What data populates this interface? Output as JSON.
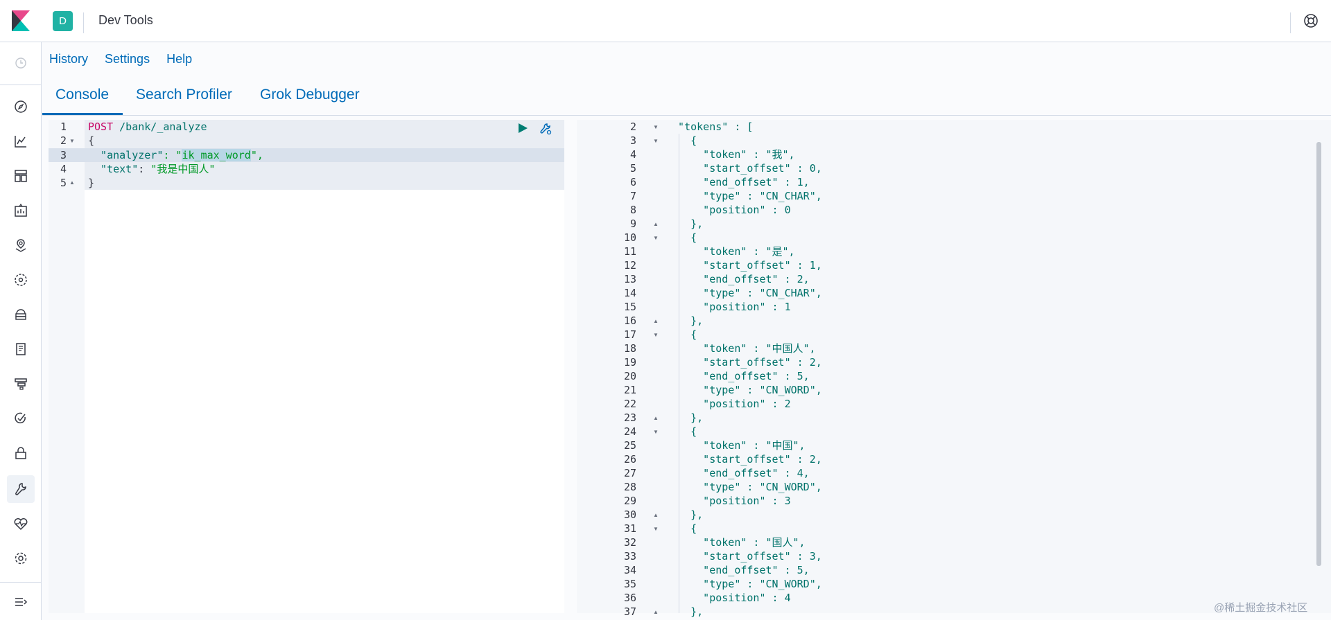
{
  "header": {
    "space_initial": "D",
    "app_title": "Dev Tools"
  },
  "menu": {
    "history": "History",
    "settings": "Settings",
    "help": "Help"
  },
  "tabs": [
    {
      "label": "Console",
      "active": true
    },
    {
      "label": "Search Profiler",
      "active": false
    },
    {
      "label": "Grok Debugger",
      "active": false
    }
  ],
  "request_editor": {
    "lines": [
      {
        "n": "1",
        "method": "POST",
        "path": " /bank/_analyze"
      },
      {
        "n": "2",
        "text": "{"
      },
      {
        "n": "3",
        "key": "  \"analyzer\"",
        "sep": ": \"",
        "selected": "ik_max_word",
        "end": "\","
      },
      {
        "n": "4",
        "key": "  \"text\"",
        "sep": ": ",
        "value": "\"我是中国人\""
      },
      {
        "n": "5",
        "text": "}"
      }
    ]
  },
  "response_editor": {
    "lines": [
      {
        "n": "2",
        "t": "  \"tokens\" : ["
      },
      {
        "n": "3",
        "t": "    {"
      },
      {
        "n": "4",
        "t": "      \"token\" : \"我\","
      },
      {
        "n": "5",
        "t": "      \"start_offset\" : 0,"
      },
      {
        "n": "6",
        "t": "      \"end_offset\" : 1,"
      },
      {
        "n": "7",
        "t": "      \"type\" : \"CN_CHAR\","
      },
      {
        "n": "8",
        "t": "      \"position\" : 0"
      },
      {
        "n": "9",
        "t": "    },"
      },
      {
        "n": "10",
        "t": "    {"
      },
      {
        "n": "11",
        "t": "      \"token\" : \"是\","
      },
      {
        "n": "12",
        "t": "      \"start_offset\" : 1,"
      },
      {
        "n": "13",
        "t": "      \"end_offset\" : 2,"
      },
      {
        "n": "14",
        "t": "      \"type\" : \"CN_CHAR\","
      },
      {
        "n": "15",
        "t": "      \"position\" : 1"
      },
      {
        "n": "16",
        "t": "    },"
      },
      {
        "n": "17",
        "t": "    {"
      },
      {
        "n": "18",
        "t": "      \"token\" : \"中国人\","
      },
      {
        "n": "19",
        "t": "      \"start_offset\" : 2,"
      },
      {
        "n": "20",
        "t": "      \"end_offset\" : 5,"
      },
      {
        "n": "21",
        "t": "      \"type\" : \"CN_WORD\","
      },
      {
        "n": "22",
        "t": "      \"position\" : 2"
      },
      {
        "n": "23",
        "t": "    },"
      },
      {
        "n": "24",
        "t": "    {"
      },
      {
        "n": "25",
        "t": "      \"token\" : \"中国\","
      },
      {
        "n": "26",
        "t": "      \"start_offset\" : 2,"
      },
      {
        "n": "27",
        "t": "      \"end_offset\" : 4,"
      },
      {
        "n": "28",
        "t": "      \"type\" : \"CN_WORD\","
      },
      {
        "n": "29",
        "t": "      \"position\" : 3"
      },
      {
        "n": "30",
        "t": "    },"
      },
      {
        "n": "31",
        "t": "    {"
      },
      {
        "n": "32",
        "t": "      \"token\" : \"国人\","
      },
      {
        "n": "33",
        "t": "      \"start_offset\" : 3,"
      },
      {
        "n": "34",
        "t": "      \"end_offset\" : 5,"
      },
      {
        "n": "35",
        "t": "      \"type\" : \"CN_WORD\","
      },
      {
        "n": "36",
        "t": "      \"position\" : 4"
      },
      {
        "n": "37",
        "t": "    },"
      }
    ]
  },
  "watermark": "@稀土掘金技术社区",
  "colors": {
    "accent": "#006bb8",
    "avatar": "#20b2a4",
    "keyword": "#c80a68",
    "json_key": "#00726a",
    "json_string": "#009926"
  }
}
